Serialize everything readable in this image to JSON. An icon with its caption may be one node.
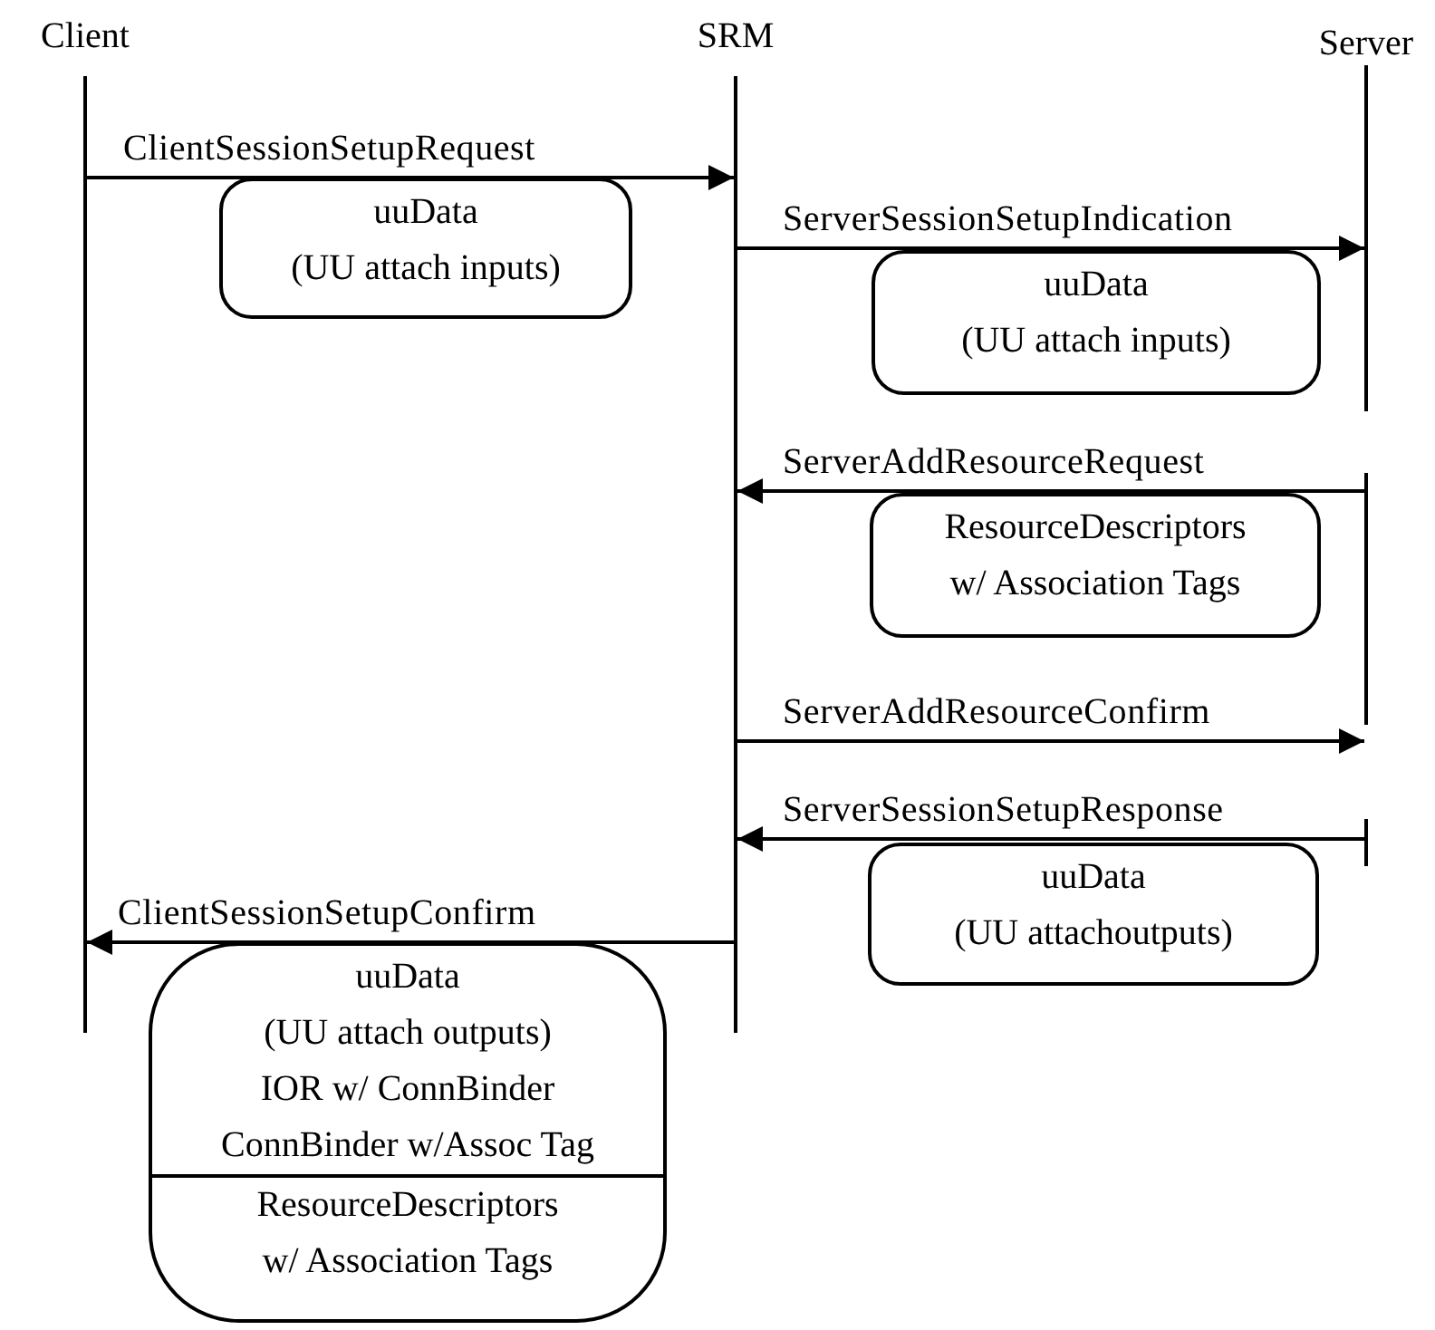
{
  "diagram": {
    "nodes": [
      {
        "text": [
          "Client"
        ]
      },
      {
        "text": [
          "SRM"
        ]
      },
      {
        "text": [
          "Server"
        ]
      },
      {
        "text": [
          "uuData",
          "(UU attach inputs)"
        ]
      },
      {
        "text": [
          "uuData",
          "(UU attach inputs)"
        ]
      },
      {
        "text": [
          "ResourceDescriptors w/ Association Tags"
        ]
      },
      {
        "text": [
          "uuData",
          "(UU attachoutputs)"
        ]
      },
      {
        "text": [
          "uuData",
          "(UU attach outputs)",
          "IOR w/ ConnBinder",
          "ConnBinder w/Assoc Tag",
          "ResourceDescriptors w/ Association Tags"
        ]
      }
    ],
    "edges": [
      {
        "from": 0,
        "to": 1,
        "arrow": "to",
        "label": "ClientSessionSetupRequest"
      },
      {
        "from": 1,
        "to": 2,
        "arrow": "to",
        "label": "ServerSessionSetupIndication"
      },
      {
        "from": 2,
        "to": 1,
        "arrow": "to",
        "label": "ServerAddResourceRequest"
      },
      {
        "from": 1,
        "to": 2,
        "arrow": "to",
        "label": "ServerAddResourceConfirm"
      },
      {
        "from": 2,
        "to": 1,
        "arrow": "to",
        "label": "ServerSessionSetupResponse"
      },
      {
        "from": 1,
        "to": 0,
        "arrow": "to",
        "label": "ClientSessionSetupConfirm"
      }
    ]
  }
}
